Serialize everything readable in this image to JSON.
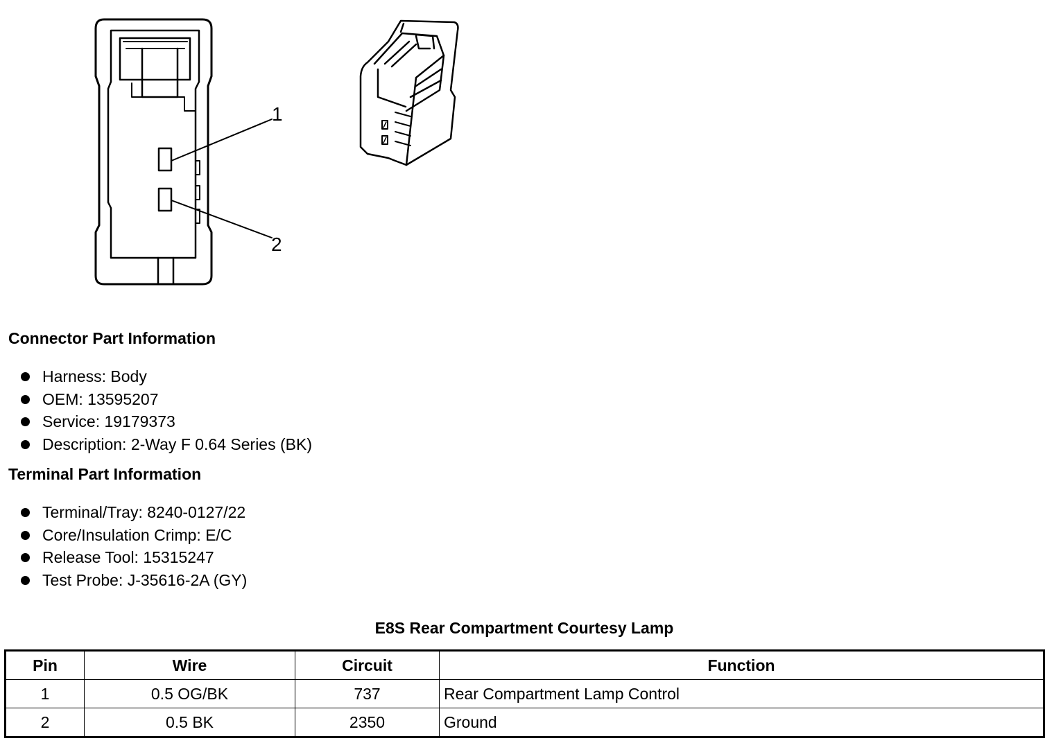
{
  "diagram": {
    "callouts": [
      "1",
      "2"
    ]
  },
  "connector_info": {
    "heading": "Connector Part Information",
    "items": [
      "Harness: Body",
      "OEM: 13595207",
      "Service: 19179373",
      "Description: 2-Way F 0.64 Series (BK)"
    ]
  },
  "terminal_info": {
    "heading": "Terminal Part Information",
    "items": [
      "Terminal/Tray: 8240-0127/22",
      "Core/Insulation Crimp: E/C",
      "Release Tool: 15315247",
      "Test Probe: J-35616-2A (GY)"
    ]
  },
  "table": {
    "title": "E8S Rear Compartment Courtesy Lamp",
    "headers": [
      "Pin",
      "Wire",
      "Circuit",
      "Function"
    ],
    "rows": [
      [
        "1",
        "0.5 OG/BK",
        "737",
        "Rear Compartment Lamp Control"
      ],
      [
        "2",
        "0.5 BK",
        "2350",
        "Ground"
      ]
    ]
  }
}
